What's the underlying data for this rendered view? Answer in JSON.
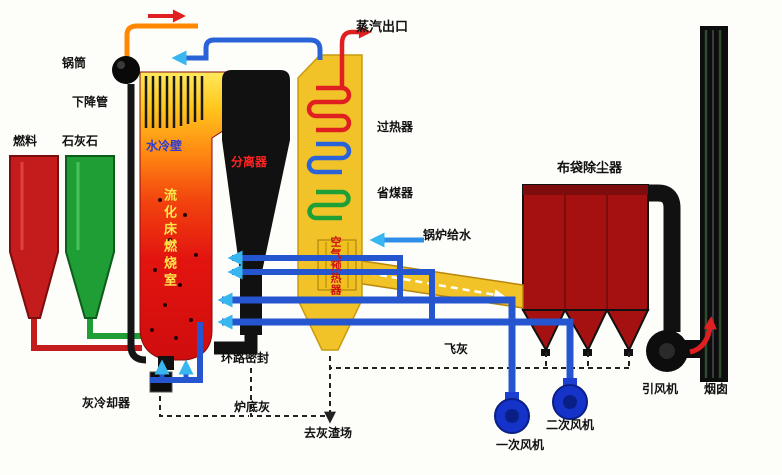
{
  "labels": {
    "steam_outlet": "蒸汽出口",
    "drum": "锅筒",
    "downcomer": "下降管",
    "fuel": "燃料",
    "limestone": "石灰石",
    "water_wall": "水冷壁",
    "separator": "分离器",
    "combustion_chamber": "流化床燃烧室",
    "superheater": "过热器",
    "economizer": "省煤器",
    "air_preheater": "空气预热器",
    "feedwater": "锅炉给水",
    "baghouse": "布袋除尘器",
    "loop_seal": "环路密封",
    "ash_cooler": "灰冷却器",
    "bottom_ash": "炉底灰",
    "to_ash_yard": "去灰渣场",
    "fly_ash": "飞灰",
    "primary_fan": "一次风机",
    "secondary_fan": "二次风机",
    "id_fan": "引风机",
    "chimney": "烟囱"
  },
  "colors": {
    "fuel_hopper": "#c41c1c",
    "limestone_hopper": "#1e9e35",
    "furnace_top": "#ffe95c",
    "furnace_bottom": "#cf0d0d",
    "cyclone_black": "#111111",
    "backpass_yellow": "#f2c229",
    "baghouse_red": "#a51010",
    "pipe_blue": "#2555cf",
    "arrow_cyan": "#37b6f0",
    "steam_red": "#e02020",
    "economizer_green": "#1fa037",
    "orange_pipe": "#ff8800",
    "chimney_black": "#0d0d0d"
  }
}
